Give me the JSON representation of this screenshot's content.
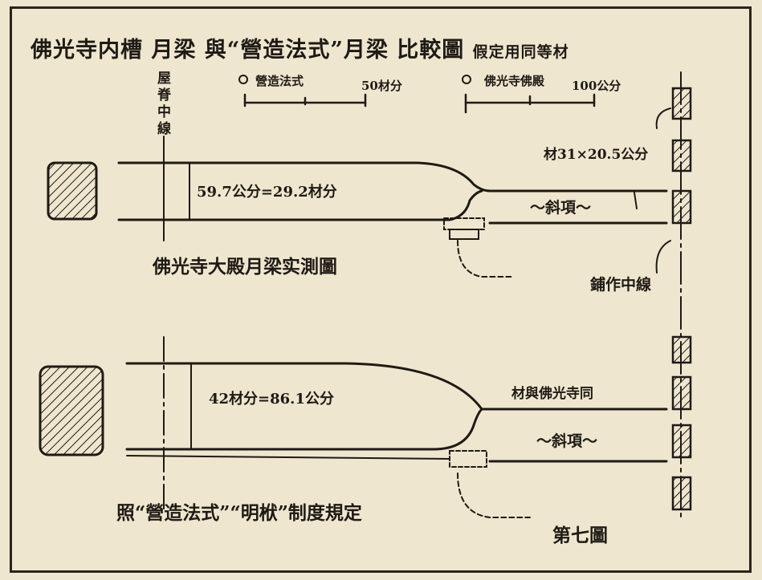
{
  "title": {
    "main": "佛光寺内槽 月梁 與“營造法式”月梁 比較圖",
    "note": "假定用同等材"
  },
  "scales": [
    {
      "label": "營造法式",
      "value": "50材分"
    },
    {
      "label": "佛光寺佛殿",
      "value": "100公分"
    }
  ],
  "ridge_label": "屋脊中線",
  "top_diagram": {
    "material": "材31×20.5公分",
    "dimension": "59.7公分=29.2材分",
    "slope_label": "〜斜項〜",
    "caption": "佛光寺大殿月梁实測圖"
  },
  "bracket_line_label": "鋪作中線",
  "bottom_diagram": {
    "material": "材與佛光寺同",
    "dimension": "42材分=86.1公分",
    "slope_label": "〜斜項〜",
    "caption": "照“營造法式”“明栿”制度規定"
  },
  "figure_number": "第七圖",
  "colors": {
    "paper": "#efe6cf",
    "ink": "#1e1a14"
  }
}
